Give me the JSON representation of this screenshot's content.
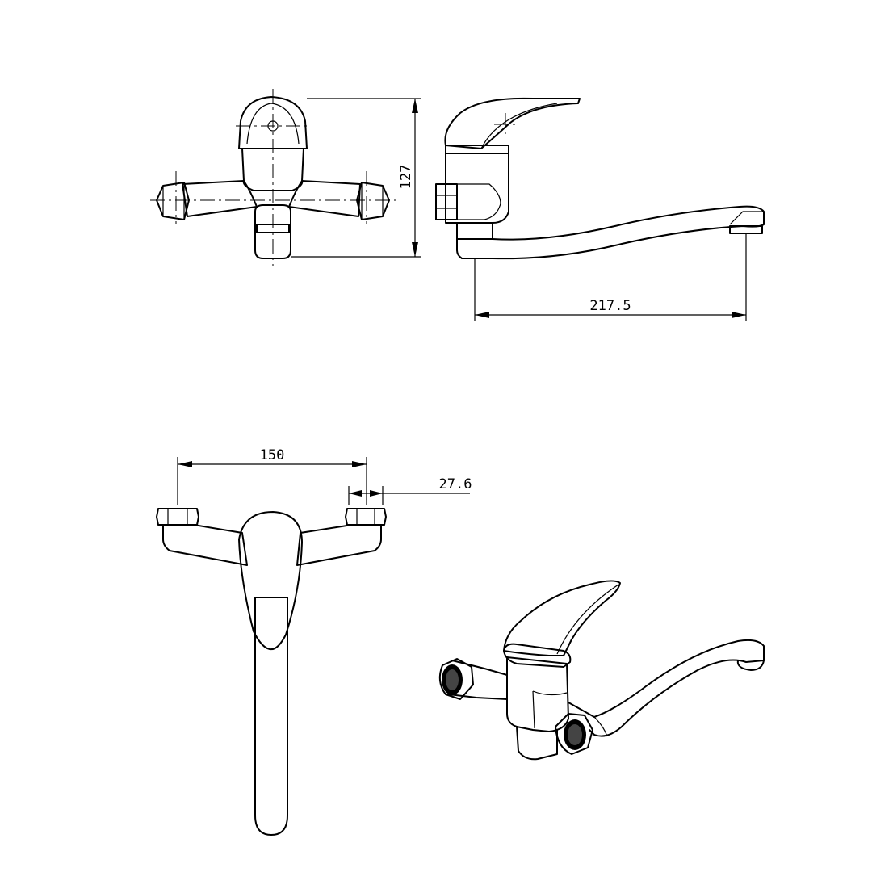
{
  "dimensions": {
    "height": "127",
    "spout_reach": "217.5",
    "inlet_spacing": "150",
    "eccentric_offset": "27.6"
  }
}
